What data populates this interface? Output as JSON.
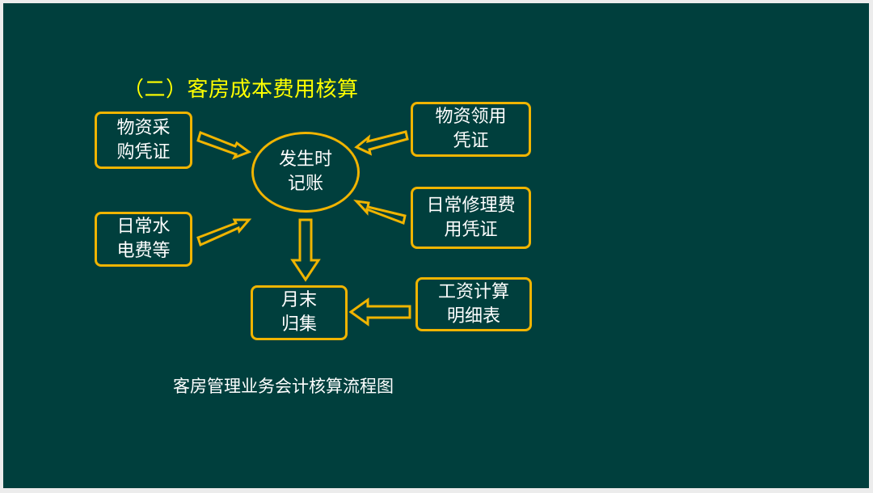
{
  "diagram": {
    "title": "（二）客房成本费用核算",
    "center": "发生时\n记账",
    "boxes": {
      "purchase": "物资采\n购凭证",
      "utilities": "日常水\n电费等",
      "requisition": "物资领用\n凭证",
      "repair": "日常修理费\n用凭证",
      "salary": "工资计算\n明细表",
      "month_end": "月末\n归集"
    },
    "caption": "客房管理业务会计核算流程图"
  },
  "colors": {
    "background": "#003f3d",
    "title": "#ffff00",
    "border": "#f0b400",
    "text": "#ffffff"
  }
}
